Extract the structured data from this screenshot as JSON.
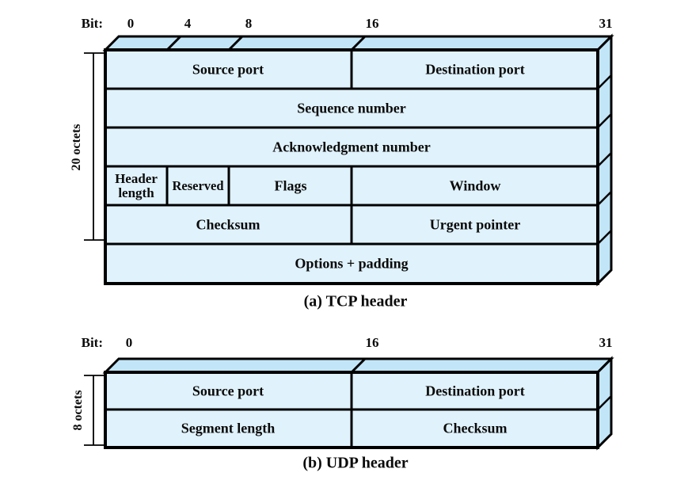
{
  "colors": {
    "face_front": "#e0f2fb",
    "face_3d": "#c2e6f7",
    "border": "#000000",
    "text": "#0b0b0b"
  },
  "tcp": {
    "bit_prefix": "Bit:",
    "bit_numbers": [
      "0",
      "4",
      "8",
      "16",
      "31"
    ],
    "octets_label": "20 octets",
    "caption": "(a) TCP header",
    "fields": {
      "source_port": "Source port",
      "destination_port": "Destination port",
      "sequence_number": "Sequence number",
      "acknowledgment_number": "Acknowledgment number",
      "header_length": "Header length",
      "reserved": "Reserved",
      "flags": "Flags",
      "window": "Window",
      "checksum": "Checksum",
      "urgent_pointer": "Urgent pointer",
      "options_padding": "Options + padding"
    }
  },
  "udp": {
    "bit_prefix": "Bit:",
    "bit_numbers": [
      "0",
      "16",
      "31"
    ],
    "octets_label": "8 octets",
    "caption": "(b) UDP header",
    "fields": {
      "source_port": "Source port",
      "destination_port": "Destination port",
      "segment_length": "Segment length",
      "checksum": "Checksum"
    }
  }
}
